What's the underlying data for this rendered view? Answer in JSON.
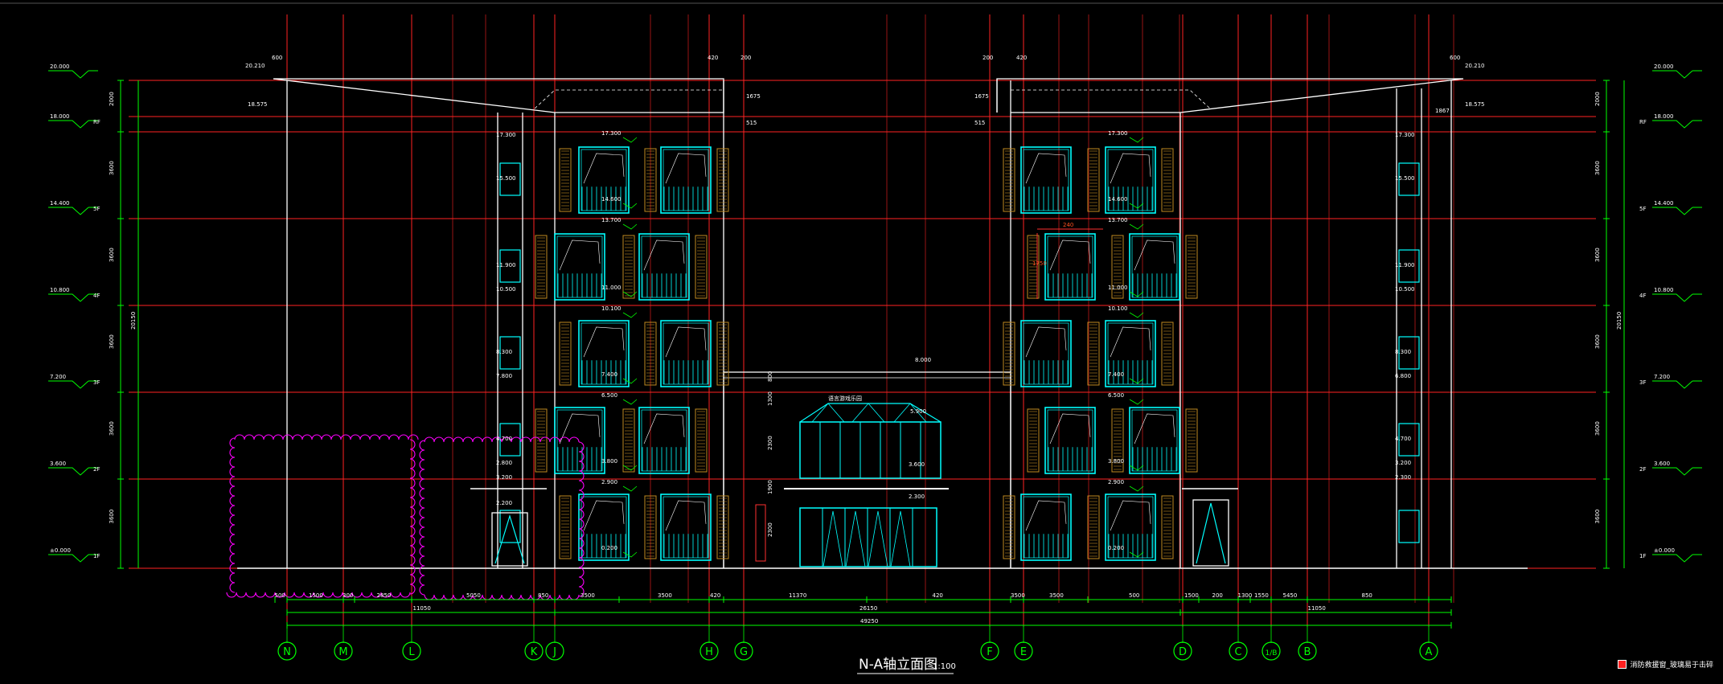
{
  "title": "N-A轴立面图",
  "scale": "1:100",
  "legend": {
    "text": "消防救援窗_玻璃易于击碎",
    "color": "#ff2020"
  },
  "colors": {
    "background": "#000000",
    "outline": "#ffffff",
    "axis": "#ff2222",
    "dimension": "#00ff00",
    "window": "#00ffff",
    "shutter": "#c08a20",
    "revision_cloud": "#ff00ff",
    "grid_bubble": "#00ff00"
  },
  "grid_axes": [
    "N",
    "M",
    "L",
    "K",
    "J",
    "H",
    "G",
    "F",
    "E",
    "D",
    "C",
    "1/B",
    "B",
    "A"
  ],
  "left_levels": [
    {
      "value": "20.000",
      "floor": ""
    },
    {
      "value": "18.000",
      "floor": "RF"
    },
    {
      "value": "14.400",
      "floor": "5F"
    },
    {
      "value": "10.800",
      "floor": "4F"
    },
    {
      "value": "7.200",
      "floor": "3F"
    },
    {
      "value": "3.600",
      "floor": "2F"
    },
    {
      "value": "±0.000",
      "floor": "1F"
    }
  ],
  "right_levels": [
    {
      "value": "20.000",
      "floor": ""
    },
    {
      "value": "18.000",
      "floor": "RF"
    },
    {
      "value": "14.400",
      "floor": "5F"
    },
    {
      "value": "10.800",
      "floor": "4F"
    },
    {
      "value": "7.200",
      "floor": "3F"
    },
    {
      "value": "3.600",
      "floor": "2F"
    },
    {
      "value": "±0.000",
      "floor": "1F"
    }
  ],
  "left_story_dims": [
    "2000",
    "3600",
    "3600",
    "3600",
    "3600",
    "3600"
  ],
  "right_story_dims": [
    "2000",
    "3600",
    "3600",
    "3600",
    "3600",
    "3600"
  ],
  "total_height_dim": "20150",
  "bottom_dims_row1": [
    "500",
    "1500",
    "300",
    "2850",
    "5050",
    "850",
    "3500",
    "3500",
    "420",
    "11370",
    "420",
    "3500",
    "3500",
    "500",
    "1500",
    "200",
    "1300",
    "1550",
    "5450",
    "850"
  ],
  "bottom_dims_row2": [
    "11050",
    "26150",
    "11050"
  ],
  "bottom_dims_total": "49250",
  "top_labels": [
    "20.210",
    "600",
    "18.575",
    "420",
    "200",
    "1675",
    "515",
    "200",
    "420",
    "1675",
    "515",
    "600",
    "20.210",
    "18.575",
    "1867"
  ],
  "elevation_marks_left": [
    "17.300",
    "14.600",
    "13.700",
    "11.000",
    "10.100",
    "7.400",
    "6.500",
    "3.800",
    "2.900",
    "0.200"
  ],
  "elevation_marks_right": [
    "17.300",
    "14.600",
    "13.700",
    "11.000",
    "10.100",
    "7.400",
    "6.500",
    "3.800",
    "2.900",
    "0.200"
  ],
  "stair_marks": [
    "17.300",
    "15.500",
    "11.900",
    "10.500",
    "8.300",
    "7.800",
    "4.700",
    "2.800",
    "3.200",
    "2.200"
  ],
  "stair_marks_right": [
    "17.300",
    "15.500",
    "11.900",
    "10.500",
    "8.300",
    "6.800",
    "4.700",
    "3.200",
    "2.300"
  ],
  "entrance": {
    "sign": "语言游戏乐园",
    "level_top": "8.000",
    "level_canopy": "5.900",
    "level_mid": "3.600",
    "level_door": "2.300",
    "dims": [
      "800",
      "1300",
      "2300",
      "1900",
      "2300"
    ]
  },
  "red_dims": [
    "240",
    "1750"
  ]
}
